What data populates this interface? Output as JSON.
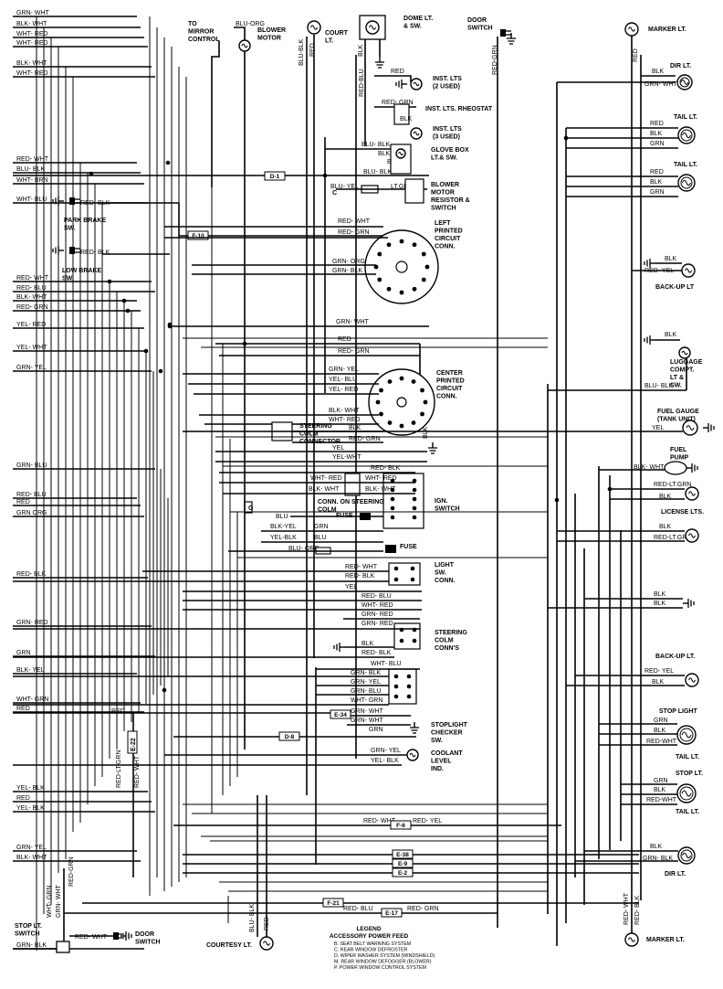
{
  "left_wires": [
    {
      "id": "l1",
      "text": "GRN- WHT"
    },
    {
      "id": "l2",
      "text": "BLK- WHT"
    },
    {
      "id": "l3",
      "text": "WHT- RED"
    },
    {
      "id": "l4",
      "text": "WHT- RED"
    },
    {
      "id": "l5",
      "text": "BLK- WHT"
    },
    {
      "id": "l6",
      "text": "WHT- RED"
    },
    {
      "id": "l7",
      "text": "RED- WHT"
    },
    {
      "id": "l8",
      "text": "BLU- BLK"
    },
    {
      "id": "l9",
      "text": "WHT- BRN"
    },
    {
      "id": "l10",
      "text": "WHT- BLU"
    },
    {
      "id": "l11",
      "text": "RED- WHT"
    },
    {
      "id": "l12",
      "text": "RED- BLU"
    },
    {
      "id": "l13",
      "text": "BLK- WHT"
    },
    {
      "id": "l14",
      "text": "RED- GRN"
    },
    {
      "id": "l15",
      "text": "YEL- RED"
    },
    {
      "id": "l16",
      "text": "YEL- WHT"
    },
    {
      "id": "l17",
      "text": "GRN- YEL"
    },
    {
      "id": "l18",
      "text": "GRN- BLU"
    },
    {
      "id": "l19",
      "text": "RED- BLU"
    },
    {
      "id": "l20",
      "text": "RED"
    },
    {
      "id": "l21",
      "text": "GRN ORG"
    },
    {
      "id": "l22",
      "text": "RED- BLK"
    },
    {
      "id": "l23",
      "text": "GRN- RED"
    },
    {
      "id": "l24",
      "text": "GRN"
    },
    {
      "id": "l25",
      "text": "BLK- YEL"
    },
    {
      "id": "l26",
      "text": "WHT- GRN"
    },
    {
      "id": "l27",
      "text": "RED"
    },
    {
      "id": "l28",
      "text": "YEL- BLK"
    },
    {
      "id": "l29",
      "text": "RED"
    },
    {
      "id": "l30",
      "text": "YEL- BLK"
    },
    {
      "id": "l31",
      "text": "GRN- YEL"
    },
    {
      "id": "l32",
      "text": "BLK- WHT"
    },
    {
      "id": "l33",
      "text": "GRN- BLK"
    }
  ],
  "top_components": {
    "mirror": "TO MIRROR CONTROL",
    "blu_org": "BLU-ORG",
    "blower_motor": "BLOWER MOTOR",
    "court_lt": "COURT LT.",
    "dome_lt": "DOME LT. & SW.",
    "door_switch": "DOOR SWITCH",
    "blu_blk": "BLU-BLK",
    "red": "RED",
    "blk": "BLK",
    "red_blu": "RED-BLU",
    "red_grn": "RED-GRN"
  },
  "center_components": {
    "inst_lts_2": "INST. LTS (2 USED)",
    "inst_rheostat": "INST. LTS. RHEOSTAT",
    "inst_lts_3": "INST. LTS (3 USED)",
    "glove_box": "GLOVE BOX LT.& SW.",
    "blower_resistor": "BLOWER MOTOR RESISTOR & SWITCH",
    "left_circuit": "LEFT PRINTED CIRCUIT CONN.",
    "center_circuit": "CENTER PRINTED CIRCUIT CONN.",
    "park_brake": "PARK BRAKE SW.",
    "low_brake": "LOW BRAKE SW.",
    "steering_colm_conn": "STEERING COLM CONNECTOR",
    "conn_on_steering": "CONN. ON STEERING COLM",
    "fuse1": "FUSE",
    "fuse2": "FUSE",
    "ign_switch": "IGN. SWITCH",
    "light_sw": "LIGHT SW. CONN.",
    "steering_colm_conns": "STEERING COLM CONN'S",
    "stoplight_checker": "STOPLIGHT CHECKER SW.",
    "coolant": "COOLANT LEVEL IND.",
    "stop_lt_switch": "STOP LT. SWITCH",
    "door_switch_bottom": "DOOR SWITCH",
    "courtesy_lt": "COURTESY LT."
  },
  "center_wires": {
    "red": "RED",
    "red_grn": "RED- GRN",
    "blu_blk": "BLU- BLK",
    "blk": "BLK",
    "blk2": "BLK",
    "blk3": "BLK",
    "blu_yel": "BLU- YEL",
    "lt_grn": "LT.GRN",
    "red_blk": "RED- BLK",
    "red_blk2": "RED- BLK",
    "red_wht": "RED- WHT",
    "red_grn2": "RED- GRN",
    "grn_org": "GRN- ORG",
    "grn_blk": "GRN- BLK",
    "grn_wht": "GRN- WHT",
    "red3": "RED",
    "red_grn3": "RED- GRN",
    "grn_yel": "GRN- YEL",
    "yel_blu": "YEL- BLU",
    "yel_red": "YEL- RED",
    "blk_wht": "BLK- WHT",
    "wht_red": "WHT- RED",
    "blk4": "BLK",
    "red_grn4": "RED- GRN",
    "blk5": "BLK",
    "yel": "YEL",
    "yel_wht": "YEL-WHT",
    "red_blk3": "RED- BLK",
    "wht_red2": "WHT- RED",
    "wht_red3": "WHT- RED",
    "blk_wht2": "BLK- WHT",
    "blk_wht3": "BLK- WHT",
    "blu": "BLU",
    "blk_yel": "BLK-YEL",
    "yel_blk": "YEL-BLK",
    "grn": "GRN",
    "blu2": "BLU",
    "blu_org": "BLU- ORG",
    "red_wht2": "RED- WHT",
    "red_blk4": "RED- BLK",
    "yel2": "YEL",
    "red_blu": "RED- BLU",
    "wht_red4": "WHT- RED",
    "grn_red": "GRN- RED",
    "grn_red2": "GRN- RED",
    "blk6": "BLK",
    "red_blk5": "RED- BLK",
    "wht_blu": "WHT- BLU",
    "grn_blk2": "GRN- BLK",
    "grn_yel2": "GRN- YEL",
    "grn_blu": "GRN- BLU",
    "wht_grn": "WHT- GRN",
    "grn_wht2": "GRN- WHT",
    "grn_wht3": "GRN- WHT",
    "grn_yel3": "GRN- YEL",
    "yel_blk2": "YEL- BLK",
    "red4": "RED",
    "red_lt_grn": "RED-LT.GRN",
    "red_wht3": "RED- WHT",
    "red_wht4": "RED- WHT",
    "red_yel": "RED- YEL",
    "red_blu2": "RED- BLU",
    "red_grn5": "RED- GRN",
    "c": "C",
    "g": "G"
  },
  "connectors": {
    "d1": "D-1",
    "f10": "F-10",
    "e34": "E-34",
    "d8": "D-8",
    "e22": "E-22",
    "f6": "F-6",
    "e38": "E-38",
    "e9": "E-9",
    "e2": "E-2",
    "f21": "F-21",
    "e17": "E-17"
  },
  "right_components": {
    "marker_lt_top": "MARKER LT.",
    "dir_lt_top": "DIR LT.",
    "tail_lt_1": "TAIL LT.",
    "tail_lt_2": "TAIL LT.",
    "backup_lt_1": "BACK-UP LT",
    "luggage": "LUGGAGE COMPT. LT & SW.",
    "fuel_gauge": "FUEL GAUGE (TANK UNIT)",
    "fuel_pump": "FUEL PUMP",
    "license": "LICENSE LTS.",
    "backup_lt_2": "BACK-UP LT.",
    "stop_light": "STOP LIGHT",
    "tail_lt_3": "TAIL LT.",
    "stop_lt": "STOP LT.",
    "tail_lt_4": "TAIL LT.",
    "dir_lt_bottom": "DIR LT.",
    "marker_lt_bottom": "MARKER LT."
  },
  "right_wires": {
    "red": "RED",
    "blk": "BLK",
    "grn_wht": "GRN- WHT",
    "red2": "RED",
    "blk2": "BLK",
    "grn": "GRN",
    "red3": "RED",
    "blk3": "BLK",
    "grn2": "GRN",
    "blk4": "BLK",
    "red_yel": "RED- YEL",
    "blk5": "BLK",
    "blu_blk": "BLU- BLK",
    "yel": "YEL",
    "blk_wht": "BLK- WHT",
    "red_lt_grn": "RED-LT.GRN",
    "blk6": "BLK",
    "blk7": "BLK",
    "red_lt_grn2": "RED-LT.GRN",
    "blk8": "BLK",
    "blk9": "BLK",
    "red_yel2": "RED- YEL",
    "blk10": "BLK",
    "grn3": "GRN",
    "blk11": "BLK",
    "red_wht": "RED-WHT",
    "grn4": "GRN",
    "blk12": "BLK",
    "red_wht2": "RED-WHT",
    "blk13": "BLK",
    "grn_blk": "GRN- BLK",
    "red_wht3": "RED- WHT",
    "red_blk": "RED- BLK"
  },
  "legend": {
    "title": "LEGEND",
    "subtitle": "ACCESSORY POWER FEED",
    "items": [
      "B. SEAT BELT WARNING SYSTEM",
      "C. REAR WINDOW DEFROSTER",
      "D. WIPER WASHER SYSTEM (WINDSHIELD)",
      "M. REAR WINDOW DEFOGGER (BLOWER)",
      "P. POWER WINDOW CONTROL SYSTEM"
    ]
  },
  "bottom_wires": {
    "blk": "BLK",
    "red_wht": "RED- WHT",
    "red_wht2": "RED- WHT",
    "red_grn": "RED-GRN",
    "red_lt_grn": "RED-LT.GRN",
    "wht_grn": "WHT- GRN",
    "grn_wht": "GRN- WHT",
    "blu_blk": "BLU- BLK",
    "red": "RED",
    "red2": "RED",
    "red_blu": "RED- BLU"
  }
}
